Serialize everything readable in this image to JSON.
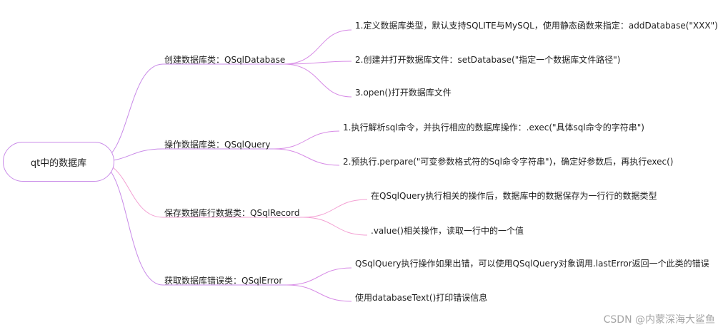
{
  "root": "qt中的数据库",
  "branches": [
    {
      "label": "创建数据库类：QSqlDatabase",
      "children": [
        "1.定义数据库类型，默认支持SQLITE与MySQL，使用静态函数来指定：addDatabase(\"XXX\")",
        "2.创建并打开数据库文件：setDatabase(\"指定一个数据库文件路径\")",
        "3.open()打开数据库文件"
      ]
    },
    {
      "label": "操作数据库类：QSqlQuery",
      "children": [
        "1.执行解析sql命令，并执行相应的数据库操作：.exec(\"具体sql命令的字符串\")",
        "2.预执行.perpare(\"可变参数格式符的Sql命令字符串\")，确定好参数后，再执行exec()"
      ]
    },
    {
      "label": "保存数据库行数据类：QSqlRecord",
      "children": [
        "在QSqlQuery执行相关的操作后，数据库中的数据保存为一行行的数据类型",
        ".value()相关操作，读取一行中的一个值"
      ]
    },
    {
      "label": "获取数据库错误类：QSqlError",
      "children": [
        "QSqlQuery执行操作如果出错，可以使用QSqlQuery对象调用.lastError返回一个此类的错误",
        "使用databaseText()打印错误信息"
      ]
    }
  ],
  "colors": {
    "branch_line": "#c98be8",
    "child_line": "#d78be6",
    "record_line": "#f3a0d3"
  },
  "watermark": "CSDN @内蒙深海大鲨鱼"
}
